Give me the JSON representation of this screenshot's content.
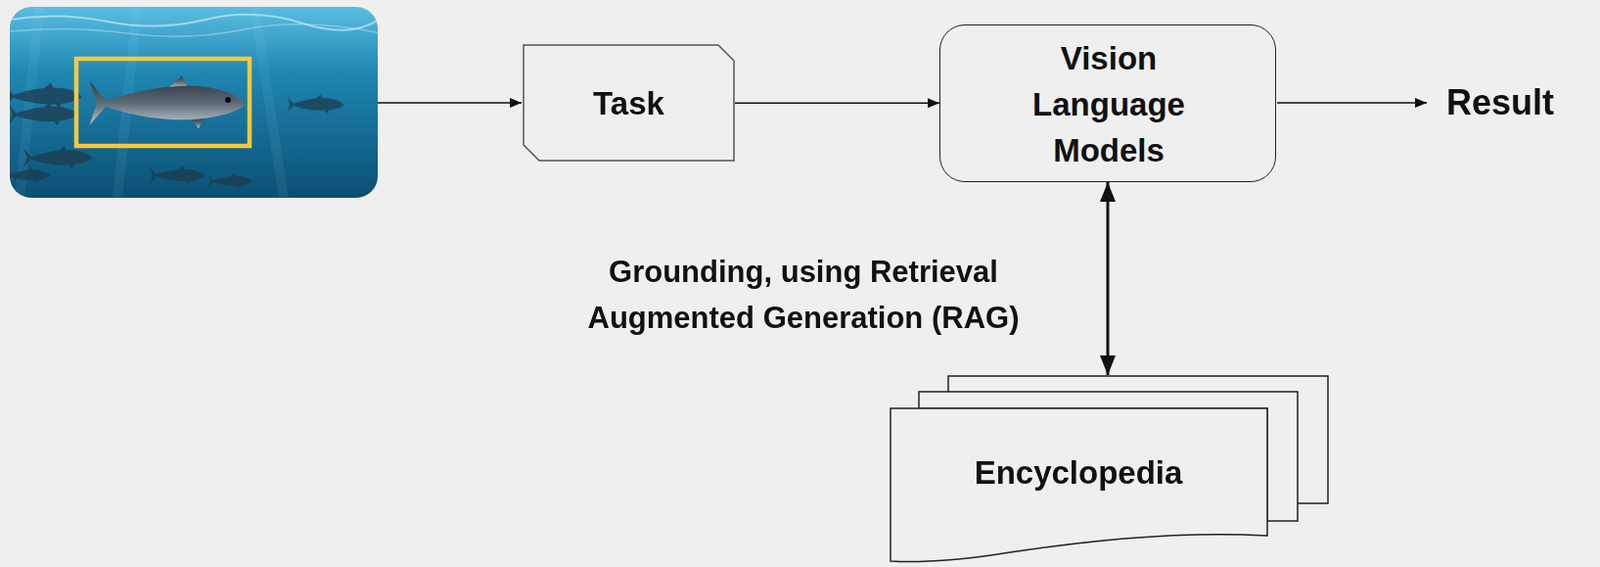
{
  "diagram": {
    "nodes": [
      {
        "text": [
          "Task"
        ]
      },
      {
        "text": [
          "Vision Language Models"
        ]
      },
      {
        "text": [
          "Encyclopedia"
        ]
      }
    ],
    "edges": [
      {
        "from": 0,
        "to": 1,
        "arrow": "to"
      },
      {
        "from": 1,
        "to": 2,
        "arrow": "both",
        "label": "Grounding, using Retrieval Augmented Generation (RAG)"
      }
    ],
    "labels": [
      "Result"
    ]
  }
}
